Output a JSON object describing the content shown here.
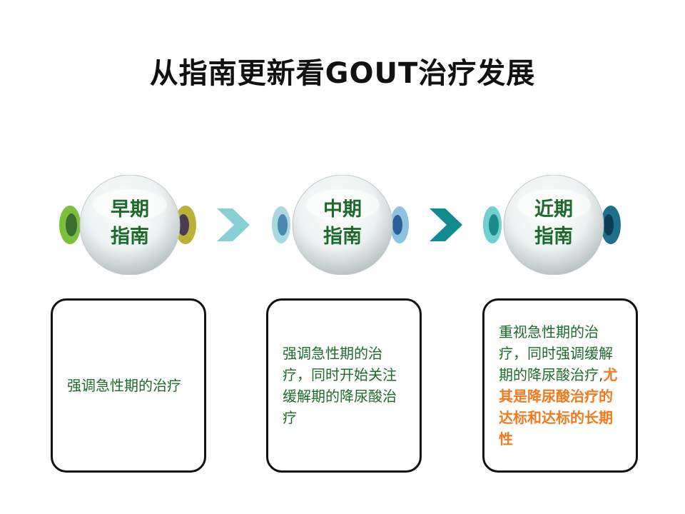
{
  "title": "从指南更新看GOUT治疗发展",
  "colors": {
    "label_green": "#1d6b2a",
    "highlight_orange": "#f07a1e",
    "chevron_light": "#86cfd4",
    "chevron_dark": "#128a8f"
  },
  "stages": [
    {
      "line1": "早期",
      "line2": "指南",
      "description": "强调急性期的治疗",
      "highlight": ""
    },
    {
      "line1": "中期",
      "line2": "指南",
      "description": "强调急性期的治疗，同时开始关注缓解期的降尿酸治疗",
      "highlight": ""
    },
    {
      "line1": "近期",
      "line2": "指南",
      "description": "重视急性期的治疗，同时强调缓解期的降尿酸治疗,",
      "highlight": "尤其是降尿酸治疗的达标和达标的长期性"
    }
  ]
}
